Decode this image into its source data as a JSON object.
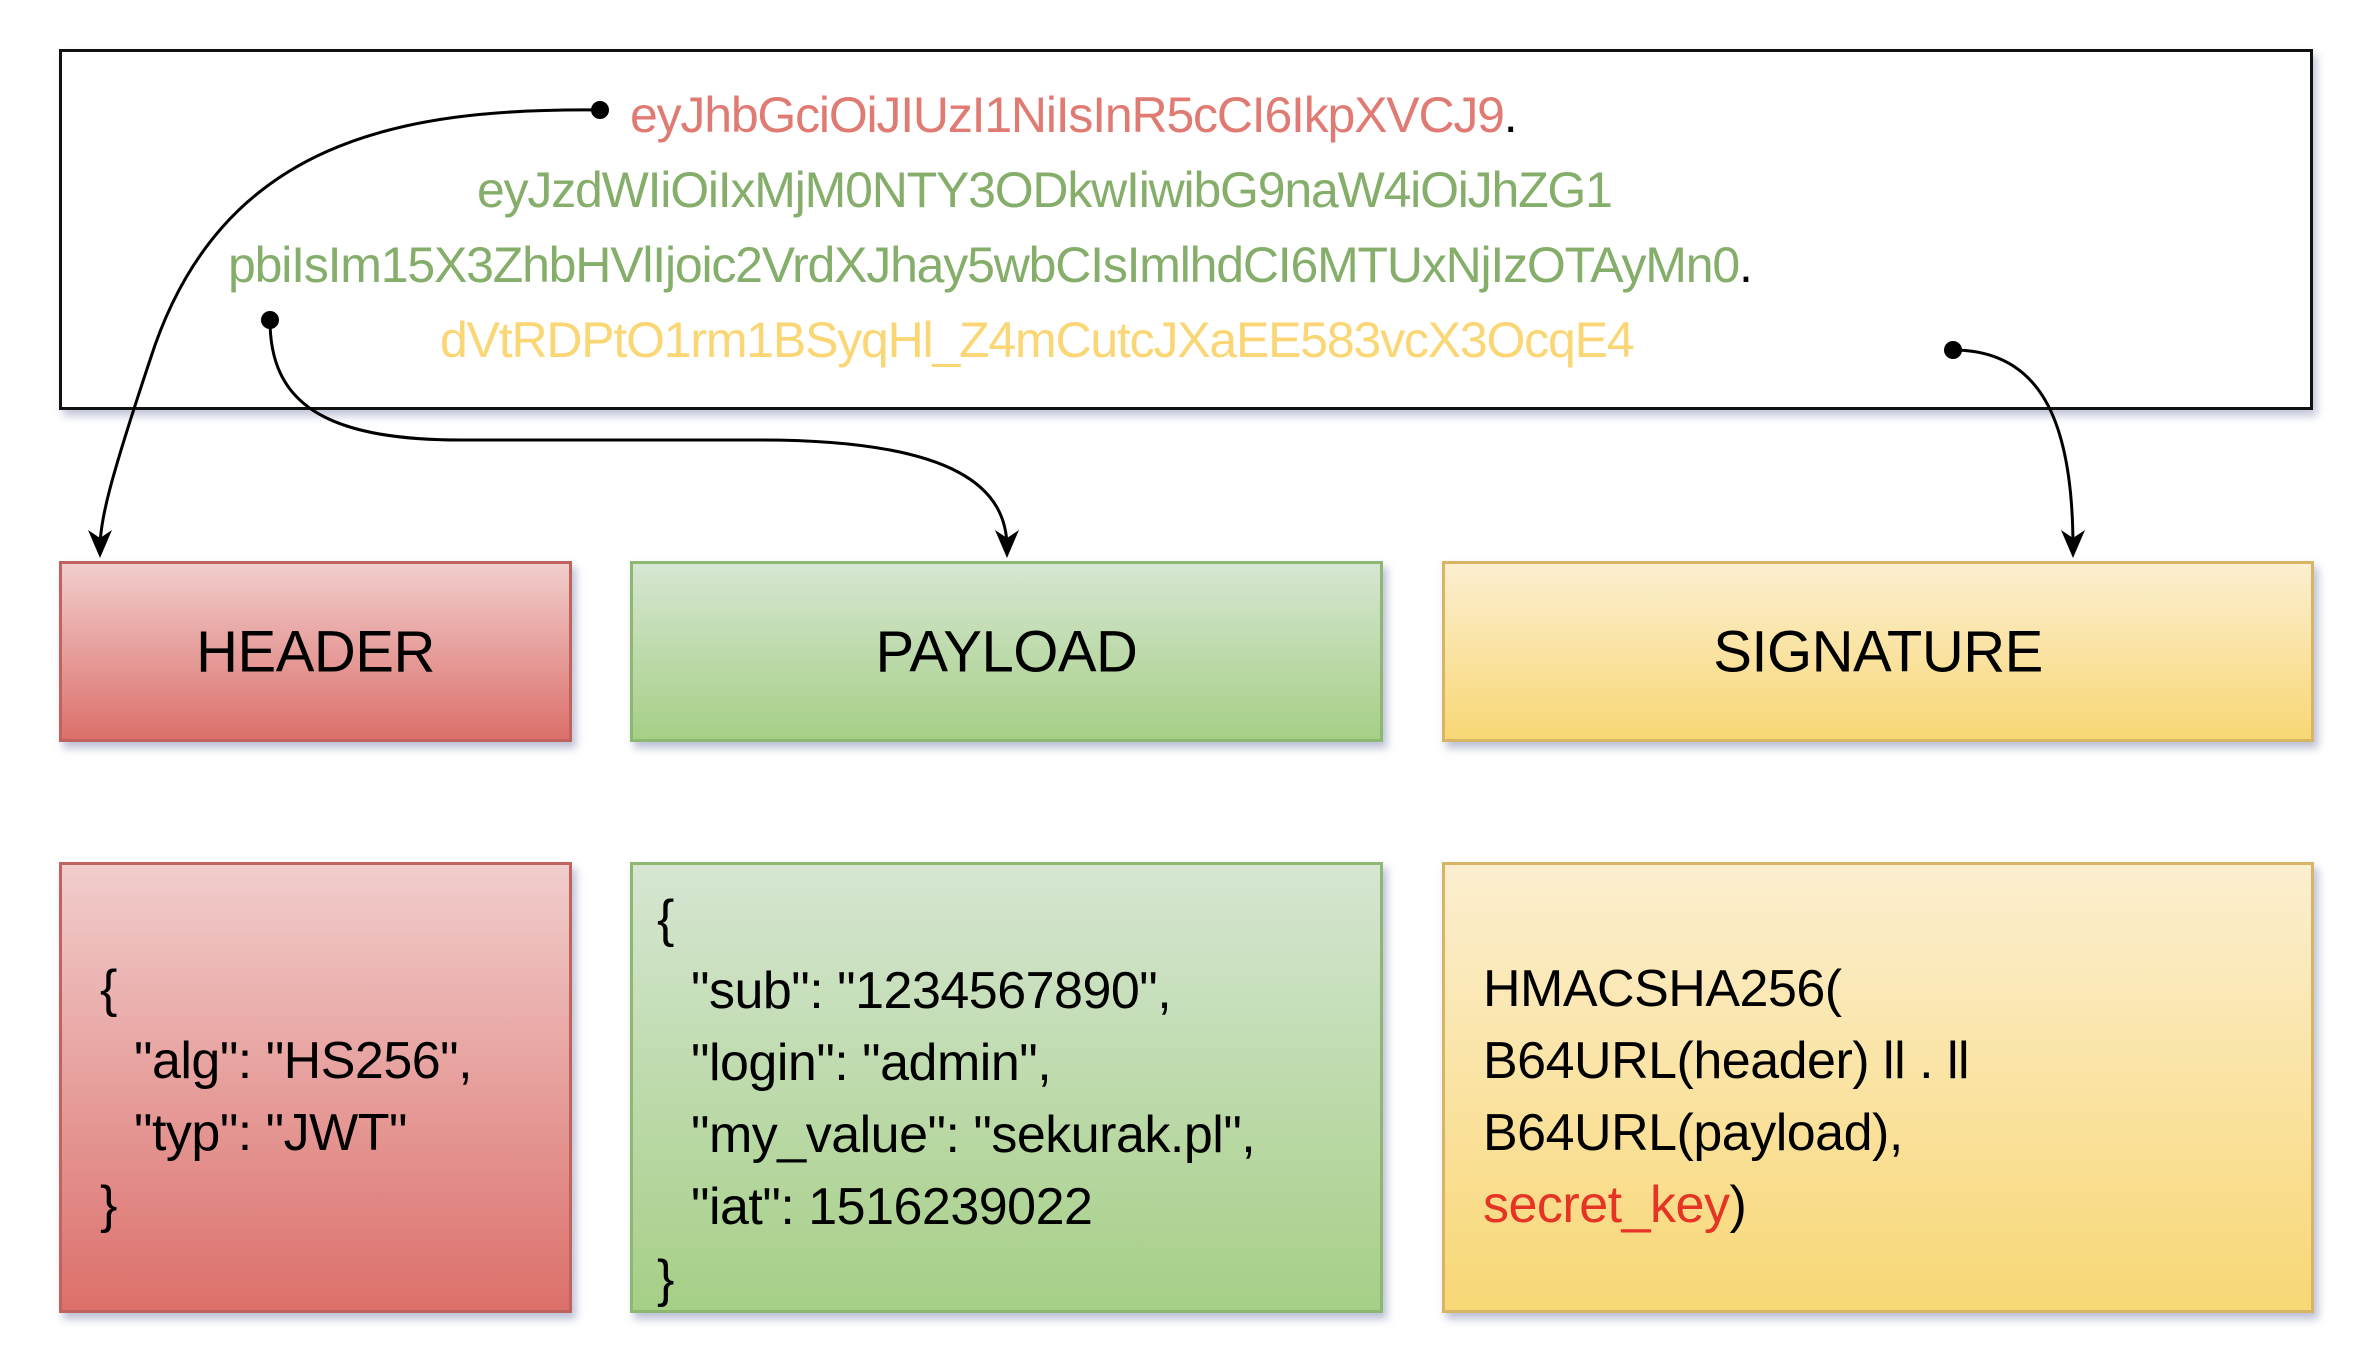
{
  "token": {
    "header_segment": "eyJhbGciOiJIUzI1NiIsInR5cCI6IkpXVCJ9",
    "separator": ".",
    "payload_segment_line1": "eyJzdWIiOiIxMjM0NTY3ODkwIiwibG9naW4iOiJhZG1",
    "payload_segment_line2": "pbiIsIm15X3ZhbHVlIjoic2VrdXJhay5wbCIsImlhdCI6MTUxNjIzOTAyMn0",
    "signature_segment": "dVtRDPtO1rm1BSyqHl_Z4mCutcJXaEE583vcX3OcqE4"
  },
  "sections": {
    "header": {
      "label": "HEADER"
    },
    "payload": {
      "label": "PAYLOAD"
    },
    "signature": {
      "label": "SIGNATURE"
    }
  },
  "header_json": {
    "open": "{",
    "lines": [
      "\"alg\": \"HS256\",",
      "\"typ\": \"JWT\""
    ],
    "close": "}"
  },
  "payload_json": {
    "open": "{",
    "lines": [
      "\"sub\": \"1234567890\",",
      "\"login\": \"admin\",",
      "\"my_value\": \"sekurak.pl\",",
      "\"iat\": 1516239022"
    ],
    "close": "}"
  },
  "signature_formula": {
    "lines": [
      "HMACSHA256(",
      "B64URL(header) ll . ll",
      "B64URL(payload),"
    ],
    "secret": "secret_key",
    "closing": ")"
  },
  "colors": {
    "header": "#e07b73",
    "payload": "#86ae6b",
    "signature": "#fad675",
    "secret_key": "#e53424"
  }
}
